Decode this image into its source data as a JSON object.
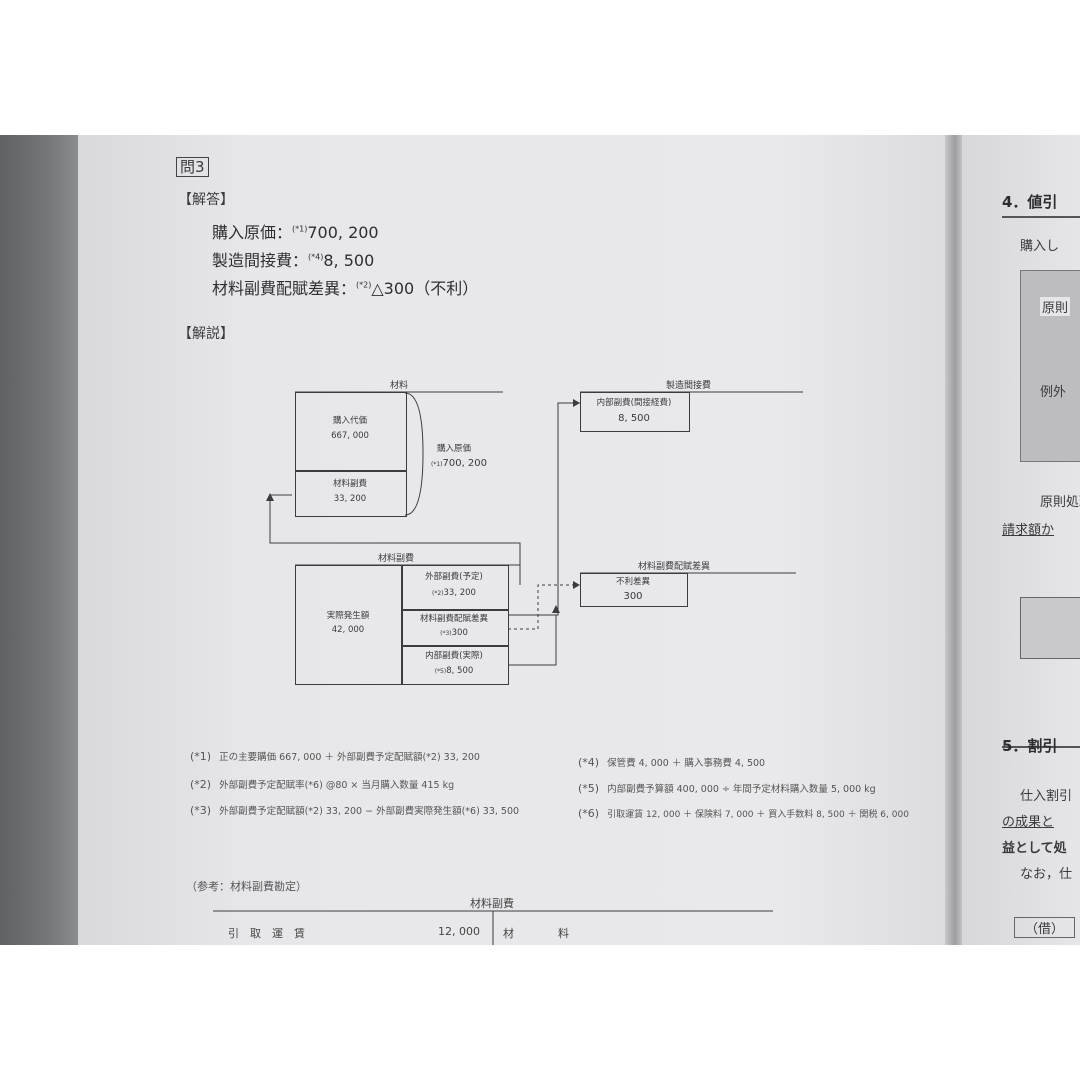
{
  "left_page": {
    "question_label": "問3",
    "answer_heading": "【解答】",
    "answers": [
      {
        "label": "購入原価：",
        "note": "(*1)",
        "value": "700, 200"
      },
      {
        "label": "製造間接費：",
        "note": "(*4)",
        "value": "8, 500"
      },
      {
        "label": "材料副費配賦差異：",
        "note": "(*2)",
        "value": "△300（不利）"
      }
    ],
    "explanation_heading": "【解説】",
    "diagram": {
      "material_title": "材料",
      "purchase_price_label": "購入代価",
      "purchase_price_value": "667, 000",
      "material_sub_cost_label": "材料副費",
      "material_sub_cost_value": "33, 200",
      "purchase_cost_label": "購入原価",
      "purchase_cost_note": "(*1)",
      "purchase_cost_value": "700, 200",
      "overhead_title": "製造間接費",
      "internal_sub_indirect_label": "内部副費(間接経費)",
      "internal_sub_indirect_value": "8, 500",
      "sub_cost_account_title": "材料副費",
      "actual_incurred_label": "実際発生額",
      "actual_incurred_value": "42, 000",
      "external_planned_label": "外部副費(予定)",
      "external_planned_note": "(*2)",
      "external_planned_value": "33, 200",
      "variance_label": "材料副費配賦差異",
      "variance_note": "(*3)",
      "variance_value": "300",
      "internal_actual_label": "内部副費(実際)",
      "internal_actual_note": "(*5)",
      "internal_actual_value": "8, 500",
      "variance_account_title": "材料副費配賦差異",
      "unfavorable_label": "不利差異",
      "unfavorable_value": "300"
    },
    "notes": [
      {
        "tag": "(*1)",
        "text": "正の主要購価 667, 000 ＋ 外部副費予定配賦額(*2) 33, 200"
      },
      {
        "tag": "(*2)",
        "text": "外部副費予定配賦率(*6) @80 × 当月購入数量 415 kg"
      },
      {
        "tag": "(*3)",
        "text": "外部副費予定配賦額(*2) 33, 200 − 外部副費実際発生額(*6) 33, 500"
      },
      {
        "tag": "(*4)",
        "text": "保管費 4, 000 ＋ 購入事務費 4, 500"
      },
      {
        "tag": "(*5)",
        "text": "内部副費予算額 400, 000 ÷ 年間予定材料購入数量 5, 000 kg"
      },
      {
        "tag": "(*6)",
        "text": "引取運賃 12, 000 ＋ 保険料 7, 000 ＋ 買入手数料 8, 500 ＋ 関税 6, 000"
      }
    ],
    "reference_heading": "（参考：材料副費勘定）",
    "reference_title": "材料副費",
    "reference_row": {
      "left_label": "引　取　運　賃",
      "left_value": "12, 000",
      "right_label": "材　　　　料"
    }
  },
  "right_page": {
    "section4_title": "4．値引",
    "section4_line1": "購入し",
    "box_label_1": "原則",
    "box_label_2": "例外",
    "text_a": "原則処理",
    "text_b": "請求額か",
    "section5_title": "5．割引",
    "text_c": "仕入割引",
    "text_d": "の成果と",
    "text_e": "益として処",
    "text_f": "なお，仕",
    "text_g": "（借）"
  }
}
